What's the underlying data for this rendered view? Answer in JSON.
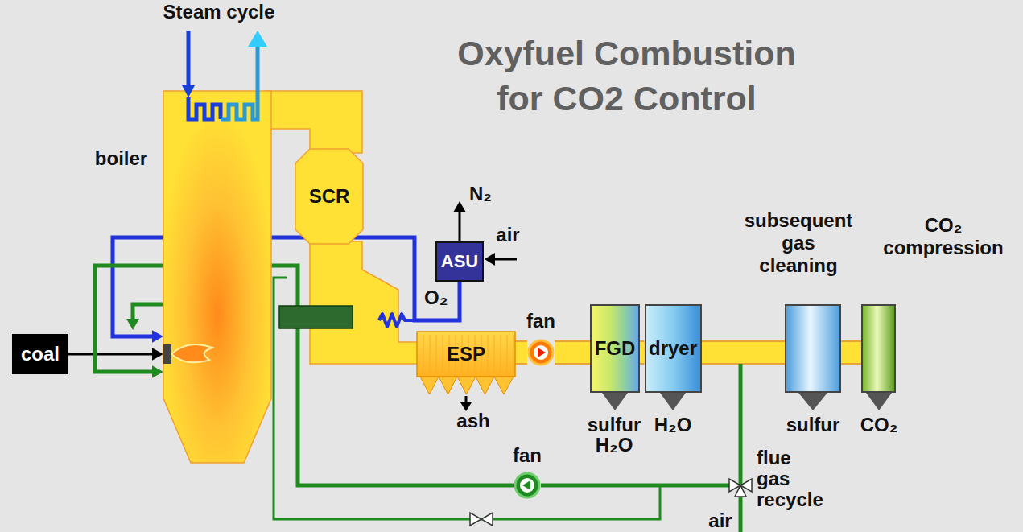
{
  "diagram": {
    "title": "Oxyfuel Combustion for CO2 Control",
    "nodes": [
      {
        "text": [
          "boiler"
        ]
      },
      {
        "text": [
          "SCR"
        ]
      },
      {
        "text": [
          "ASU"
        ]
      },
      {
        "text": [
          "coal"
        ]
      },
      {
        "text": [
          "ESP"
        ]
      },
      {
        "text": [
          "fan"
        ]
      },
      {
        "text": [
          "FGD"
        ]
      },
      {
        "text": [
          "dryer"
        ]
      },
      {
        "text": [
          "subsequent gas cleaning"
        ]
      },
      {
        "text": [
          "CO₂ compression"
        ]
      },
      {
        "text": [
          "fan"
        ]
      }
    ],
    "edges": [
      {
        "from": 3,
        "to": 0,
        "arrow": "to"
      },
      {
        "from": 2,
        "to": 0,
        "arrow": "to",
        "label": "O₂"
      },
      {
        "from": 10,
        "to": 0,
        "arrow": "to"
      },
      {
        "from": 4,
        "to": 5,
        "arrow": "none"
      },
      {
        "from": 5,
        "to": 6,
        "arrow": "none"
      },
      {
        "from": 6,
        "to": 7,
        "arrow": "none"
      },
      {
        "from": 7,
        "to": 8,
        "arrow": "none"
      },
      {
        "from": 8,
        "to": 9,
        "arrow": "none"
      }
    ],
    "labels": [
      "Steam cycle",
      "N₂",
      "air",
      "ash",
      "sulfur",
      "H₂O",
      "H₂O",
      "sulfur",
      "CO₂",
      "flue gas recycle",
      "air"
    ]
  }
}
